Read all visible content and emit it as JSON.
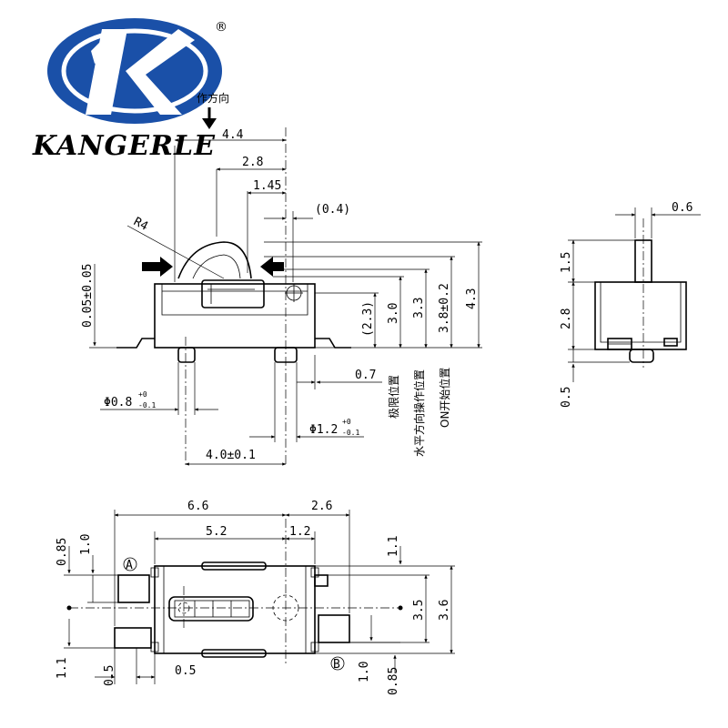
{
  "brand": {
    "name": "KANGERLE",
    "registered": "®",
    "colors": {
      "logo_blue": "#1a50a8",
      "ink": "#000000"
    }
  },
  "front_view": {
    "operation_direction": "作方向",
    "dims": {
      "width_total": "4.4",
      "width_mid": "2.8",
      "width_inner": "1.45",
      "gap": "(0.4)",
      "radius": "R4",
      "left_offset": "0.05±0.05",
      "h_limit": "(2.3)",
      "h_horizontal": "3.0",
      "h_on": "3.3",
      "h_body": "3.8±0.2",
      "h_total": "4.3",
      "pin_spacing_small": "0.7",
      "pin_diameter_small": "Φ0.8",
      "pin_diameter_small_tol_upper": "+0",
      "pin_diameter_small_tol_lower": "-0.1",
      "pin_diameter_large": "Φ1.2",
      "pin_diameter_large_tol_upper": "+0",
      "pin_diameter_large_tol_lower": "-0.1",
      "pin_pitch": "4.0±0.1"
    },
    "positions": {
      "limit": "极限位置",
      "horizontal": "水平方向操作位置",
      "on_start": "ON开始位置"
    }
  },
  "side_view": {
    "dims": {
      "actuator_width": "0.6",
      "actuator_height": "1.5",
      "body_height": "2.8",
      "pin_height": "0.5"
    }
  },
  "bottom_view": {
    "dims": {
      "length_total": "6.6",
      "right_extent": "2.6",
      "body_length": "5.2",
      "terminal_width": "1.2",
      "top_left_a": "0.85",
      "top_left_b": "1.0",
      "right_top": "1.1",
      "height_inner": "3.5",
      "height_outer": "3.6",
      "bottom_left_a": "1.1",
      "bottom_left_b": "0.5",
      "bottom_mid": "0.5",
      "bottom_right_a": "1.0",
      "bottom_right_b": "0.85"
    },
    "markers": {
      "a": "A",
      "b": "B"
    }
  }
}
